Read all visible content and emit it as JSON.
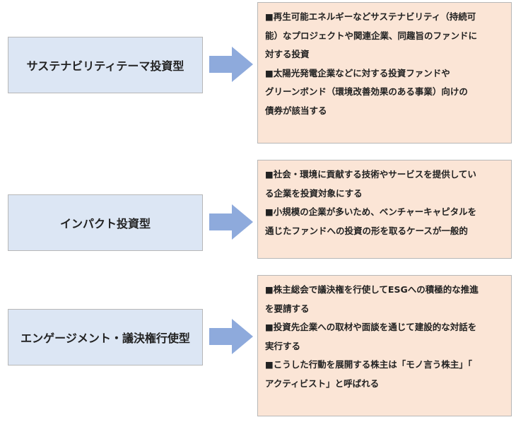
{
  "rows": [
    {
      "label": "サステナビリティテーマ投資型",
      "lines": [
        "■再生可能エネルギーなどサステナビリティ（持続可",
        "能）なプロジェクトや関連企業、同趣旨のファンドに",
        "対する投資",
        "■太陽光発電企業などに対する投資ファンドや",
        "グリーンボンド（環境改善効果のある事業）向けの",
        "債券が該当する"
      ]
    },
    {
      "label": "インパクト投資型",
      "lines": [
        "■社会・環境に貢献する技術やサービスを提供してい",
        "る企業を投資対象にする",
        "■小規模の企業が多いため、ベンチャーキャピタルを",
        "通じたファンドへの投資の形を取るケースが一般的"
      ]
    },
    {
      "label": "エンゲージメント・議決権行使型",
      "lines": [
        "■株主総会で議決権を行使してESGへの積極的な推進",
        "を要請する",
        "■投資先企業への取材や面談を通じて建設的な対話を",
        "実行する",
        "■こうした行動を展開する株主は「モノ言う株主」「",
        "アクティビスト」と呼ばれる"
      ]
    }
  ],
  "colors": {
    "label_bg": "#dce6f4",
    "desc_bg": "#fbe5d6",
    "arrow": "#8eaadc",
    "border": "#b7b7b7"
  }
}
